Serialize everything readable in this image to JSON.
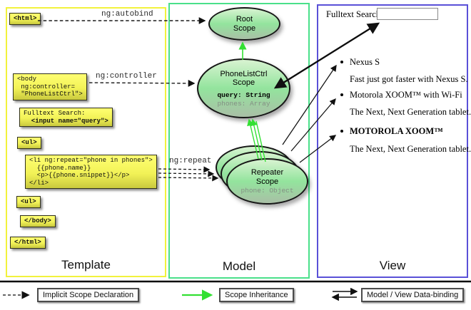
{
  "template_column": {
    "label": "Template",
    "boxes": [
      {
        "lines": [
          "<html>"
        ]
      },
      {
        "lines": [
          "<body",
          " ng:controller=",
          " \"PhoneListCtrl\">"
        ]
      },
      {
        "lines": [
          "Fulltext Search:",
          "  <input name=\"query\">"
        ]
      },
      {
        "lines": [
          "<ul>"
        ]
      },
      {
        "lines": [
          "<li ng:repeat=\"phone in phones\">",
          "  {{phone.name}}",
          "  <p>{{phone.snippet}}</p>",
          "</li>"
        ]
      },
      {
        "lines": [
          "<ul>"
        ]
      },
      {
        "lines": [
          "</body>"
        ]
      },
      {
        "lines": [
          "</html>"
        ]
      }
    ]
  },
  "model_column": {
    "label": "Model",
    "scopes": {
      "root": {
        "title": "Root\nScope"
      },
      "phonelist": {
        "title": "PhoneListCtrl\nScope",
        "props": [
          "query: String",
          "phones: Array"
        ]
      },
      "repeater": {
        "title": "Repeater\nScope",
        "props": [
          "phone: Object"
        ]
      }
    }
  },
  "view_column": {
    "label": "View",
    "search_label": "Fulltext Search:",
    "search_value": "",
    "items": [
      {
        "name": "Nexus S",
        "desc": "Fast just got faster with Nexus S."
      },
      {
        "name": "Motorola XOOM™  with Wi-Fi",
        "desc": "The Next, Next Generation tablet."
      },
      {
        "name": "MOTOROLA XOOM™",
        "desc": "The Next, Next Generation tablet."
      }
    ]
  },
  "edges": {
    "autobind": "ng:autobind",
    "controller": "ng:controller",
    "repeat": "ng:repeat"
  },
  "legend": {
    "items": [
      {
        "label": "Implicit Scope Declaration"
      },
      {
        "label": "Scope Inheritance"
      },
      {
        "label": "Model / View Data-binding"
      }
    ]
  },
  "colors": {
    "template_border": "#f2f23c",
    "model_border": "#4ae08a",
    "view_border": "#5a50d8",
    "code_box_fill": "#ffff66",
    "scope_fill_top": "#d8f3d1",
    "scope_fill_bottom": "#a9bfa6",
    "inheritance_arrow": "#33e033",
    "binding_arrow": "#111111"
  }
}
